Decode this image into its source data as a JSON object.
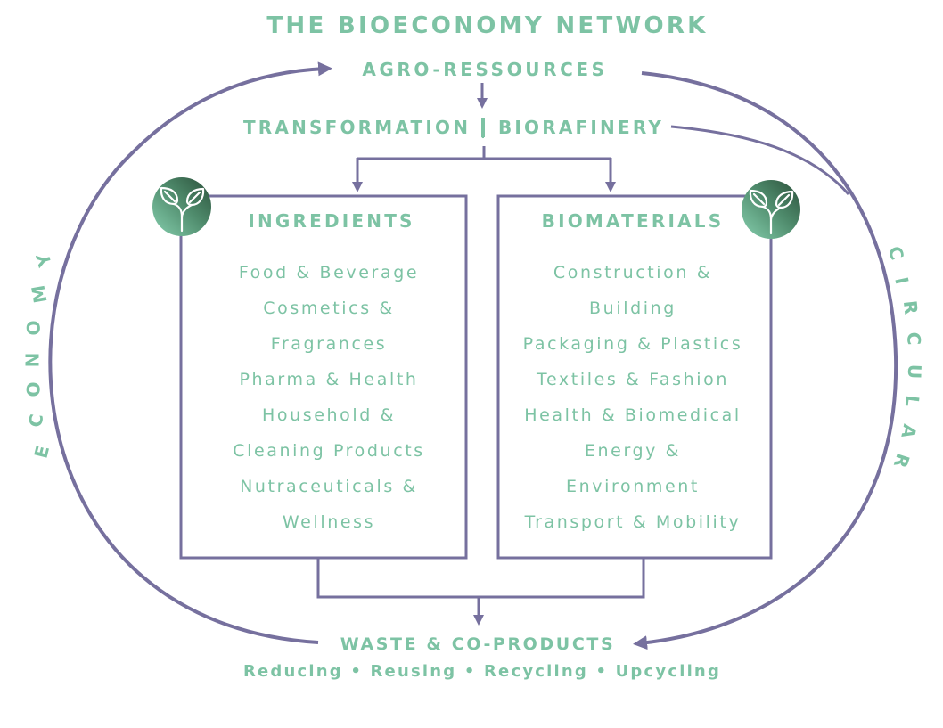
{
  "title": "THE BIOECONOMY NETWORK",
  "stages": {
    "source": "AGRO-RESSOURCES",
    "processing": "TRANSFORMATION | BIORAFINERY",
    "end": "WASTE & CO-PRODUCTS",
    "end_subtitle": "Reducing • Reusing • Recycling • Upcycling"
  },
  "boxes": [
    {
      "heading": "INGREDIENTS",
      "icon": "leaf-sprout-icon",
      "lines": [
        "Food & Beverage",
        "Cosmetics &",
        "Fragrances",
        "Pharma & Health",
        "Household &",
        "Cleaning Products",
        "Nutraceuticals &",
        "Wellness"
      ]
    },
    {
      "heading": "BIOMATERIALS",
      "icon": "leaf-sprout-icon",
      "lines": [
        "Construction &",
        "Building",
        "Packaging & Plastics",
        "Textiles & Fashion",
        "Health & Biomedical",
        "Energy &",
        "Environment",
        "Transport & Mobility"
      ]
    }
  ],
  "cycle_labels": {
    "left": [
      "E",
      "C",
      "O",
      "N",
      "O",
      "M",
      "Y"
    ],
    "right": [
      "C",
      "I",
      "R",
      "C",
      "U",
      "L",
      "A",
      "R"
    ]
  },
  "colors": {
    "text_green": "#7dc3a4",
    "line_purple": "#76709e",
    "icon_dark": "#2b4f3a",
    "icon_light": "#86cfae"
  }
}
